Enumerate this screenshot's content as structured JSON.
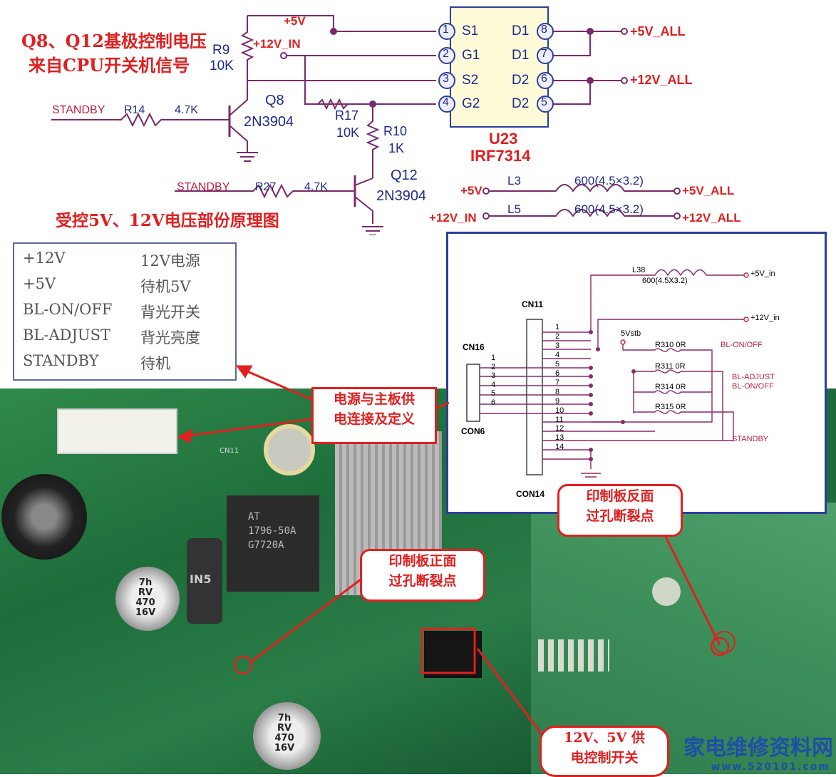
{
  "top_schematic": {
    "caption_line1": "Q8、Q12基极控制电压",
    "caption_line2": "来自CPU开关机信号",
    "caption_bottom": "受控5V、12V电压部份原理图",
    "r9_label": "R9",
    "r9_value": "10K",
    "v5": "+5V",
    "v12_in": "+12V_IN",
    "q8_label": "Q8",
    "q8_part": "2N3904",
    "standby1": "STANDBY",
    "r14": "R14",
    "r14_value": "4.7K",
    "r17": "R17",
    "r17_value": "10K",
    "r10": "R10",
    "r10_value": "1K",
    "q12_label": "Q12",
    "q12_part": "2N3904",
    "standby2": "STANDBY",
    "r27": "R27",
    "r27_value": "4.7K",
    "u23_label": "U23",
    "u23_part": "IRF7314",
    "pins_left": [
      {
        "num": "1",
        "name": "S1"
      },
      {
        "num": "2",
        "name": "G1"
      },
      {
        "num": "3",
        "name": "S2"
      },
      {
        "num": "4",
        "name": "G2"
      }
    ],
    "pins_right": [
      {
        "num": "8",
        "name": "D1"
      },
      {
        "num": "7",
        "name": "D1"
      },
      {
        "num": "6",
        "name": "D2"
      },
      {
        "num": "5",
        "name": "D2"
      }
    ],
    "out_5v_all": "+5V_ALL",
    "out_12v_all": "+12V_ALL",
    "l3": "L3",
    "l5": "L5",
    "l3_in": "+5V",
    "l5_in": "+12V_IN",
    "l3_value": "600(4.5×3.2)",
    "l5_value": "600(4.5×3.2)",
    "l3_out": "+5V_ALL",
    "l5_out": "+12V_ALL"
  },
  "signal_table": [
    {
      "name": "+12V",
      "desc": "12V电源"
    },
    {
      "name": "+5V",
      "desc": "待机5V"
    },
    {
      "name": "BL-ON/OFF",
      "desc": "背光开关"
    },
    {
      "name": "BL-ADJUST",
      "desc": "背光亮度"
    },
    {
      "name": "STANDBY",
      "desc": "待机"
    }
  ],
  "inset": {
    "cn11": "CN11",
    "cn16": "CN16",
    "con6": "CON6",
    "con14": "CON14",
    "l38": "L38",
    "l38_value": "600(4.5X3.2)",
    "v5_in": "+5V_in",
    "v12_in": "+12V_in",
    "v5stb": "5Vstb",
    "r310": "R310",
    "r311": "R311",
    "r314": "R314",
    "r315": "R315",
    "zero_ohm": "0R",
    "bl_onoff_1": "BL-ON/OFF",
    "bl_adjust": "BL-ADJUST",
    "bl_onoff_2": "BL-ON/OFF",
    "standby": "STANDBY",
    "cn16_pins": [
      "1",
      "2",
      "3",
      "4",
      "5",
      "6"
    ],
    "cn11_pins": [
      "1",
      "2",
      "3",
      "4",
      "5",
      "6",
      "7",
      "8",
      "9",
      "10",
      "11",
      "12",
      "13",
      "14"
    ]
  },
  "callouts": {
    "power_conn_1": "电源与主板供",
    "power_conn_2": "电连接及定义",
    "back_1": "印制板反面",
    "back_2": "过孔断裂点",
    "front_1": "印制板正面",
    "front_2": "过孔断裂点",
    "switch_1": "12V、5V 供",
    "switch_2": "电控制开关"
  },
  "pcb_labels": {
    "chip_1": "AT",
    "chip_2": "1796-50A",
    "chip_3": "G7720A",
    "cap1_1": "7h",
    "cap1_2": "RV",
    "cap1_3": "470",
    "cap1_4": "16V",
    "cap2_1": "7h",
    "cap2_2": "RV",
    "cap2_3": "470",
    "cap2_4": "16V",
    "diode": "IN5",
    "cn11": "CN11"
  },
  "logo": {
    "name": "家电维修资料网",
    "url": "www.520101.com"
  },
  "colors": {
    "red": "#e02020",
    "blue": "#1e2a8a",
    "wire_purple": "#8a2a6a",
    "pcb_green": "#1f6a3a"
  }
}
